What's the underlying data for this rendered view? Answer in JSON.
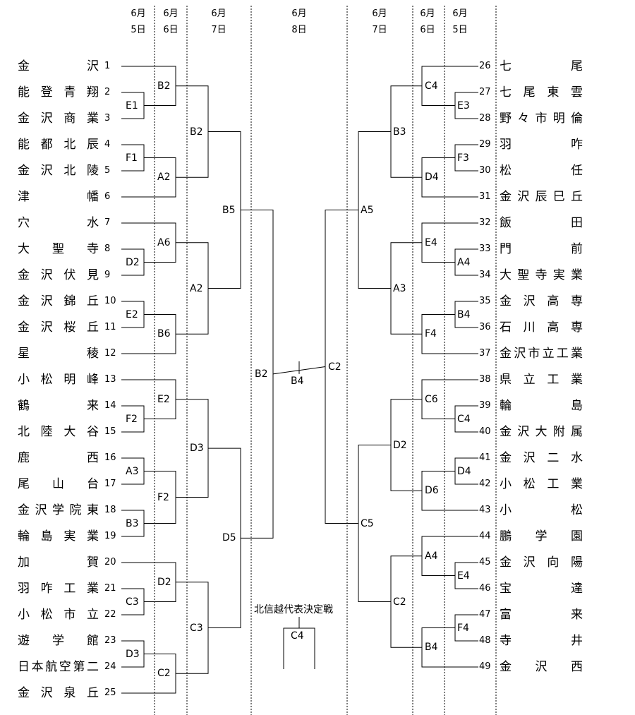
{
  "date_columns": {
    "left": [
      {
        "month": "6月",
        "day": "5日"
      },
      {
        "month": "6月",
        "day": "6日"
      },
      {
        "month": "6月",
        "day": "7日"
      }
    ],
    "center": {
      "month": "6月",
      "day": "8日"
    },
    "right": [
      {
        "month": "6月",
        "day": "7日"
      },
      {
        "month": "6月",
        "day": "6日"
      },
      {
        "month": "6月",
        "day": "5日"
      }
    ]
  },
  "left_teams": [
    {
      "num": "1",
      "name": "金沢"
    },
    {
      "num": "2",
      "name": "能登青翔"
    },
    {
      "num": "3",
      "name": "金沢商業"
    },
    {
      "num": "4",
      "name": "能都北辰"
    },
    {
      "num": "5",
      "name": "金沢北陵"
    },
    {
      "num": "6",
      "name": "津幡"
    },
    {
      "num": "7",
      "name": "穴水"
    },
    {
      "num": "8",
      "name": "大聖寺"
    },
    {
      "num": "9",
      "name": "金沢伏見"
    },
    {
      "num": "10",
      "name": "金沢錦丘"
    },
    {
      "num": "11",
      "name": "金沢桜丘"
    },
    {
      "num": "12",
      "name": "星稜"
    },
    {
      "num": "13",
      "name": "小松明峰"
    },
    {
      "num": "14",
      "name": "鶴来"
    },
    {
      "num": "15",
      "name": "北陸大谷"
    },
    {
      "num": "16",
      "name": "鹿西"
    },
    {
      "num": "17",
      "name": "尾山台"
    },
    {
      "num": "18",
      "name": "金沢学院東"
    },
    {
      "num": "19",
      "name": "輪島実業"
    },
    {
      "num": "20",
      "name": "加賀"
    },
    {
      "num": "21",
      "name": "羽咋工業"
    },
    {
      "num": "22",
      "name": "小松市立"
    },
    {
      "num": "23",
      "name": "遊学館"
    },
    {
      "num": "24",
      "name": "日本航空第二"
    },
    {
      "num": "25",
      "name": "金沢泉丘"
    }
  ],
  "right_teams": [
    {
      "num": "26",
      "name": "七尾"
    },
    {
      "num": "27",
      "name": "七尾東雲"
    },
    {
      "num": "28",
      "name": "野々市明倫"
    },
    {
      "num": "29",
      "name": "羽咋"
    },
    {
      "num": "30",
      "name": "松任"
    },
    {
      "num": "31",
      "name": "金沢辰巳丘"
    },
    {
      "num": "32",
      "name": "飯田"
    },
    {
      "num": "33",
      "name": "門前"
    },
    {
      "num": "34",
      "name": "大聖寺実業"
    },
    {
      "num": "35",
      "name": "金沢高専"
    },
    {
      "num": "36",
      "name": "石川高専"
    },
    {
      "num": "37",
      "name": "金沢市立工業"
    },
    {
      "num": "38",
      "name": "県立工業"
    },
    {
      "num": "39",
      "name": "輪島"
    },
    {
      "num": "40",
      "name": "金沢大附属"
    },
    {
      "num": "41",
      "name": "金沢二水"
    },
    {
      "num": "42",
      "name": "小松工業"
    },
    {
      "num": "43",
      "name": "小松"
    },
    {
      "num": "44",
      "name": "鵬学園"
    },
    {
      "num": "45",
      "name": "金沢向陽"
    },
    {
      "num": "46",
      "name": "宝達"
    },
    {
      "num": "47",
      "name": "富来"
    },
    {
      "num": "48",
      "name": "寺井"
    },
    {
      "num": "49",
      "name": "金沢西"
    }
  ],
  "match_codes": {
    "l_e1": "E1",
    "l_f1": "F1",
    "l_d2": "D2",
    "l_e2": "E2",
    "l_f2": "F2",
    "l_a3": "A3",
    "l_b3": "B3",
    "l_c3": "C3",
    "l_d3": "D3",
    "l_b2a": "B2",
    "l_a2a": "A2",
    "l_a6": "A6",
    "l_b6": "B6",
    "l_e2b": "E2",
    "l_f2b": "F2",
    "l_d2b": "D2",
    "l_c2a": "C2",
    "l_b2b": "B2",
    "l_a2b": "A2",
    "l_d3b": "D3",
    "l_c3b": "C3",
    "l_b5": "B5",
    "l_d5": "D5",
    "final_left": "B2",
    "final_center": "B4",
    "final_right": "C2",
    "r_a5": "A5",
    "r_c5": "C5",
    "r_b3": "B3",
    "r_a3": "A3",
    "r_d2": "D2",
    "r_c2": "C2",
    "r_c4": "C4",
    "r_d4": "D4",
    "r_e4": "E4",
    "r_f4": "F4",
    "r_c6": "C6",
    "r_d6": "D6",
    "r_a4": "A4",
    "r_b4": "B4",
    "r_e3": "E3",
    "r_f3": "F3",
    "r_a4b": "A4",
    "r_b4b": "B4",
    "r_c4b": "C4",
    "r_d4b": "D4",
    "r_e4b": "E4",
    "r_f4b": "F4"
  },
  "hokushinetsu": {
    "title": "北信越代表決定戦",
    "code": "C4"
  }
}
